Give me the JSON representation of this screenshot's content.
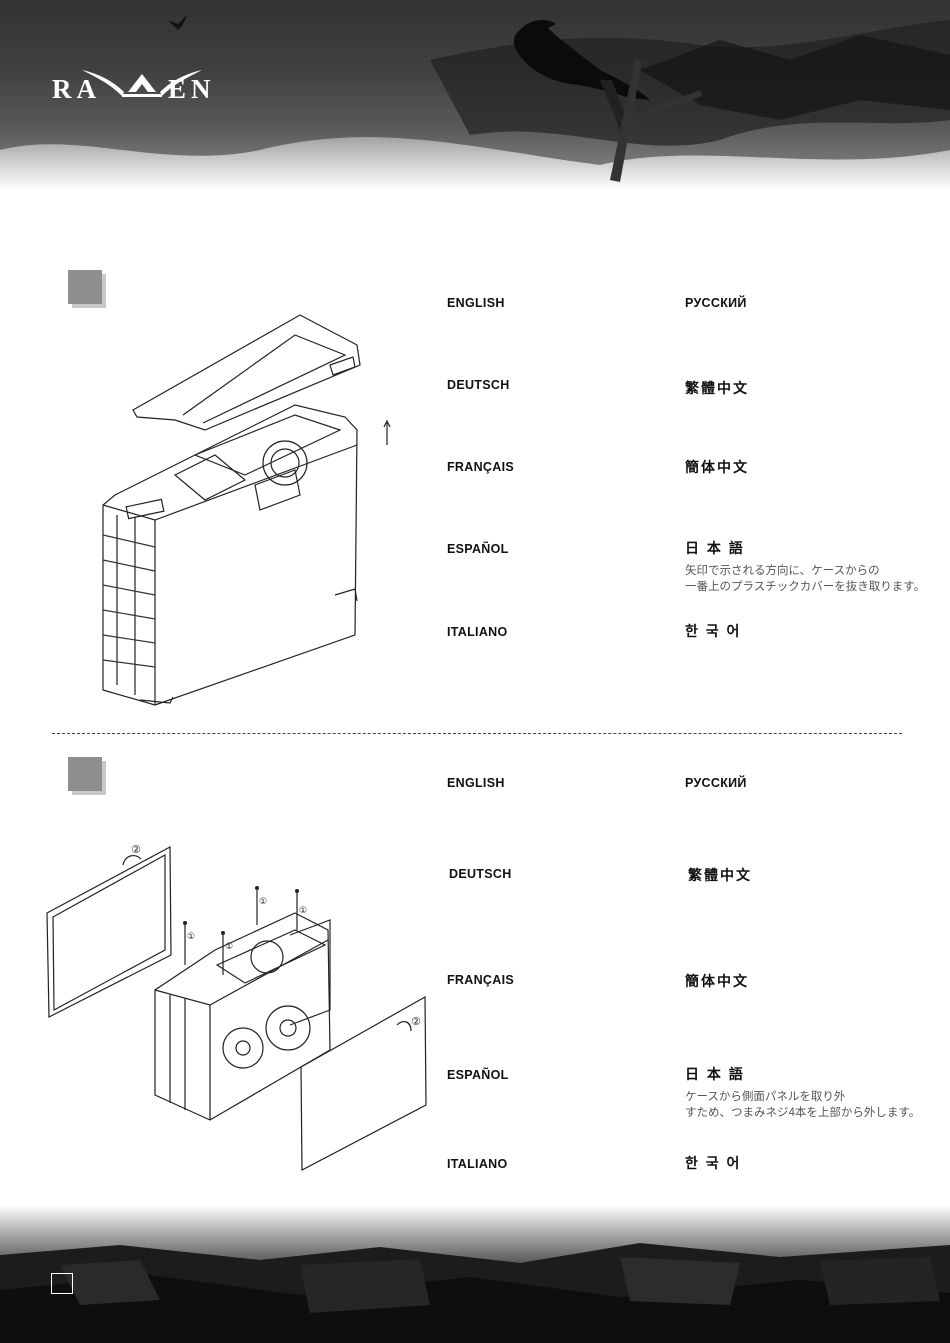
{
  "brand": {
    "logo_left": "RA",
    "logo_right": "EN"
  },
  "sections": [
    {
      "languages_left": [
        "ENGLISH",
        "DEUTSCH",
        "FRANÇAIS",
        "ESPAÑOL",
        "ITALIANO"
      ],
      "languages_right": [
        "РУССКИЙ",
        "繁體中文",
        "簡体中文",
        "日 本 語",
        "한 국 어"
      ],
      "japanese_text_1": "矢印で示される方向に、ケースからの",
      "japanese_text_2": "一番上のプラスチックカバーを抜き取ります。"
    },
    {
      "languages_left": [
        "ENGLISH",
        "DEUTSCH",
        "FRANÇAIS",
        "ESPAÑOL",
        "ITALIANO"
      ],
      "languages_right": [
        "РУССКИЙ",
        "繁體中文",
        "簡体中文",
        "日 本 語",
        "한 국 어"
      ],
      "japanese_text_1": "ケースから側面パネルを取り外",
      "japanese_text_2": "すため、つまみネジ4本を上部から外します。",
      "callouts": [
        "①",
        "②"
      ]
    }
  ],
  "colors": {
    "step_square": "#8e8e8e",
    "header_dark": "#3a3a3a"
  }
}
